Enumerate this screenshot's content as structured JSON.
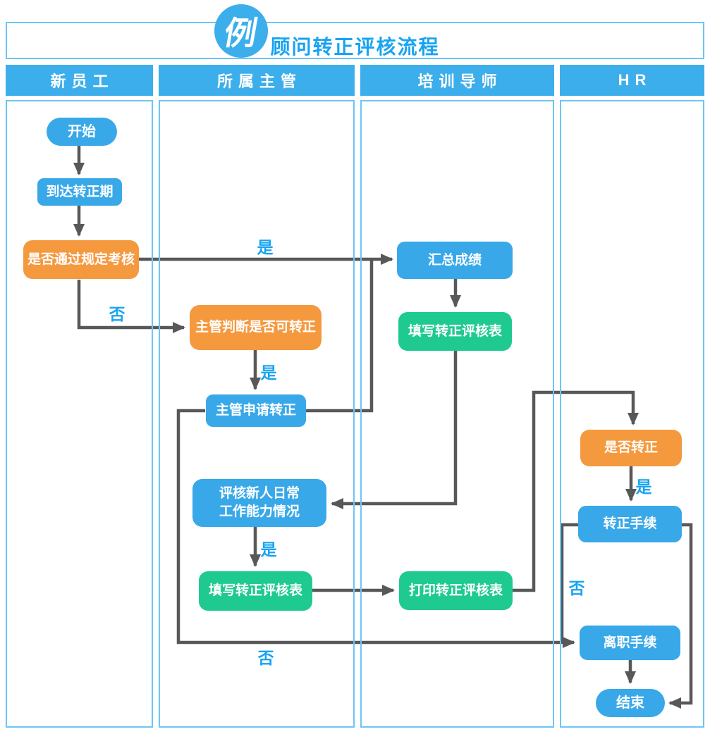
{
  "badge_label": "例",
  "title": "顾问转正评核流程",
  "lanes": [
    {
      "label": "新员工"
    },
    {
      "label": "所属主管"
    },
    {
      "label": "培训导师"
    },
    {
      "label": "HR"
    }
  ],
  "nodes": {
    "start": {
      "label": "开始",
      "type": "terminal",
      "color": "blue",
      "lane": "新员工"
    },
    "reach_period": {
      "label": "到达转正期",
      "type": "process",
      "color": "blue",
      "lane": "新员工"
    },
    "pass_assessment": {
      "label": "是否通过规定考核",
      "type": "decision",
      "color": "orange",
      "lane": "新员工"
    },
    "supervisor_judge": {
      "label": "主管判断是否可转正",
      "type": "decision",
      "color": "orange",
      "lane": "所属主管"
    },
    "supervisor_apply": {
      "label": "主管申请转正",
      "type": "process",
      "color": "blue",
      "lane": "所属主管"
    },
    "evaluate_daily": {
      "label": "评核新人日常\n工作能力情况",
      "type": "process",
      "color": "blue",
      "lane": "所属主管"
    },
    "fill_form_supervisor": {
      "label": "填写转正评核表",
      "type": "process",
      "color": "green",
      "lane": "所属主管"
    },
    "summarize_scores": {
      "label": "汇总成绩",
      "type": "process",
      "color": "blue",
      "lane": "培训导师"
    },
    "fill_form_mentor": {
      "label": "填写转正评核表",
      "type": "process",
      "color": "green",
      "lane": "培训导师"
    },
    "print_form": {
      "label": "打印转正评核表",
      "type": "process",
      "color": "green",
      "lane": "培训导师"
    },
    "is_confirmed": {
      "label": "是否转正",
      "type": "decision",
      "color": "orange",
      "lane": "HR"
    },
    "confirm_procedure": {
      "label": "转正手续",
      "type": "process",
      "color": "blue",
      "lane": "HR"
    },
    "resign_procedure": {
      "label": "离职手续",
      "type": "process",
      "color": "blue",
      "lane": "HR"
    },
    "end": {
      "label": "结束",
      "type": "terminal",
      "color": "blue",
      "lane": "HR"
    }
  },
  "edge_labels": {
    "yes_pass": "是",
    "no_pass": "否",
    "yes_judge": "是",
    "yes_evaluate": "是",
    "yes_confirm": "是",
    "no_confirm": "否",
    "no_apply": "否"
  },
  "colors": {
    "blue": "#38a8e9",
    "green": "#1fca90",
    "orange": "#f5993f",
    "header-blue": "#3caeec",
    "label-blue": "#18a3f2",
    "line": "#58585a",
    "lane-border": "#6cc6f5",
    "bg": "#ffffff"
  }
}
